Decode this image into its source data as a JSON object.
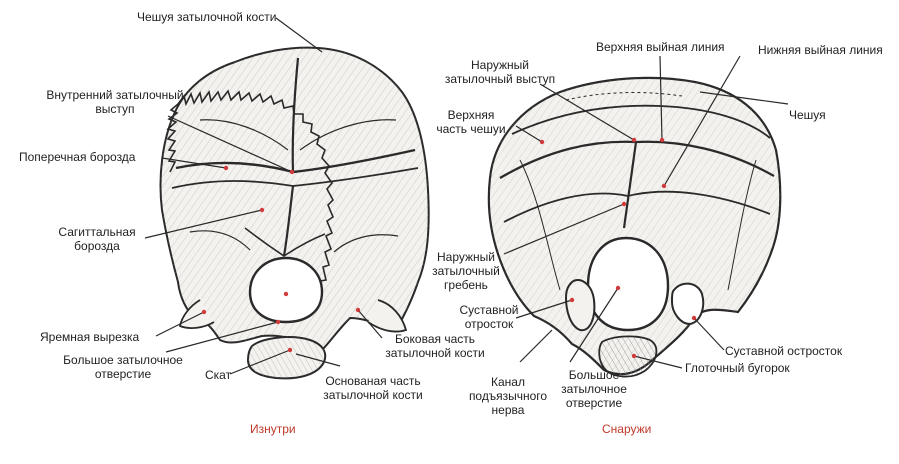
{
  "colors": {
    "caption": "#c0392b",
    "marker": "#d23a3a",
    "ink": "#2a2a2a",
    "bone": "#f4f2ee"
  },
  "captions": {
    "inside": "Изнутри",
    "outside": "Снаружи"
  },
  "labels": {
    "squama_occipital": "Чешуя затылочной кости",
    "internal_protuberance_1": "Внутренний затылочный",
    "internal_protuberance_2": "выступ",
    "transverse_groove": "Поперечная борозда",
    "sagittal_groove_1": "Сагиттальная",
    "sagittal_groove_2": "борозда",
    "jugular_notch": "Яремная вырезка",
    "foramen_magnum_in_1": "Большое затылочное",
    "foramen_magnum_in_2": "отверстие",
    "clivus": "Скат",
    "basilar_part_1": "Основаная часть",
    "basilar_part_2": "затылочной кости",
    "lateral_part_1": "Боковая часть",
    "lateral_part_2": "затылочной кости",
    "superior_nuchal_line": "Верхняя выйная линия",
    "inferior_nuchal_line": "Нижняя выйная линия",
    "external_protuberance_1": "Наружный",
    "external_protuberance_2": "затылочный выступ",
    "upper_squama_1": "Верхняя",
    "upper_squama_2": "часть чешуи",
    "squama": "Чешуя",
    "external_crest_1": "Наружный",
    "external_crest_2": "затылочный",
    "external_crest_3": "гребень",
    "condyle_left_1": "Суставной",
    "condyle_left_2": "отросток",
    "condyle_right": "Суставной остросток",
    "pharyngeal_tubercle": "Глоточный бугорок",
    "hypoglossal_canal_1": "Канал",
    "hypoglossal_canal_2": "подъязычного",
    "hypoglossal_canal_3": "нерва",
    "foramen_magnum_out_1": "Большое",
    "foramen_magnum_out_2": "затылочное",
    "foramen_magnum_out_3": "отверстие"
  }
}
